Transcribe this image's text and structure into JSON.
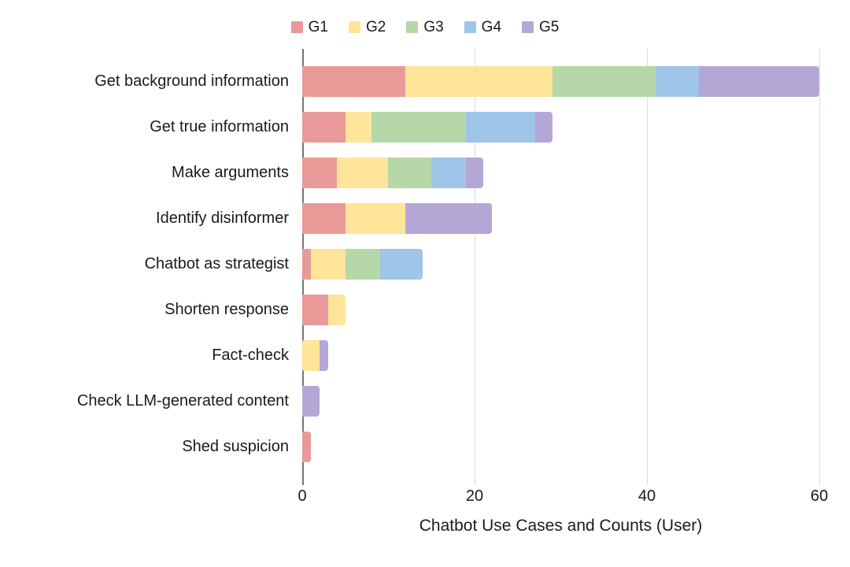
{
  "chart_data": {
    "type": "bar",
    "orientation": "horizontal",
    "stacked": true,
    "title": "",
    "xlabel": "Chatbot Use Cases and Counts (User)",
    "ylabel": "",
    "xlim": [
      0,
      60
    ],
    "xticks": [
      0,
      20,
      40,
      60
    ],
    "grid": "vertical light-gray gridlines, dark axis line at x=0",
    "legend_position": "top-center",
    "categories": [
      "Get background information",
      "Get true information",
      "Make arguments",
      "Identify disinformer",
      "Chatbot as strategist",
      "Shorten response",
      "Fact-check",
      "Check LLM-generated content",
      "Shed suspicion"
    ],
    "series": [
      {
        "name": "G1",
        "color": "#ea9999",
        "values": [
          12,
          5,
          4,
          5,
          1,
          3,
          0,
          0,
          1
        ]
      },
      {
        "name": "G2",
        "color": "#ffe599",
        "values": [
          17,
          3,
          6,
          7,
          4,
          2,
          2,
          0,
          0
        ]
      },
      {
        "name": "G3",
        "color": "#b6d7a8",
        "values": [
          12,
          11,
          5,
          0,
          4,
          0,
          0,
          0,
          0
        ]
      },
      {
        "name": "G4",
        "color": "#9fc5e8",
        "values": [
          5,
          8,
          4,
          0,
          5,
          0,
          0,
          0,
          0
        ]
      },
      {
        "name": "G5",
        "color": "#b4a7d6",
        "values": [
          14,
          2,
          2,
          10,
          0,
          0,
          1,
          2,
          0
        ]
      }
    ],
    "totals": [
      60,
      29,
      21,
      22,
      14,
      5,
      3,
      2,
      1
    ]
  },
  "colors": {
    "background": "#ffffff",
    "gridline": "#d9d9d9",
    "axis_line": "#757575",
    "text": "#1a1a1a"
  }
}
